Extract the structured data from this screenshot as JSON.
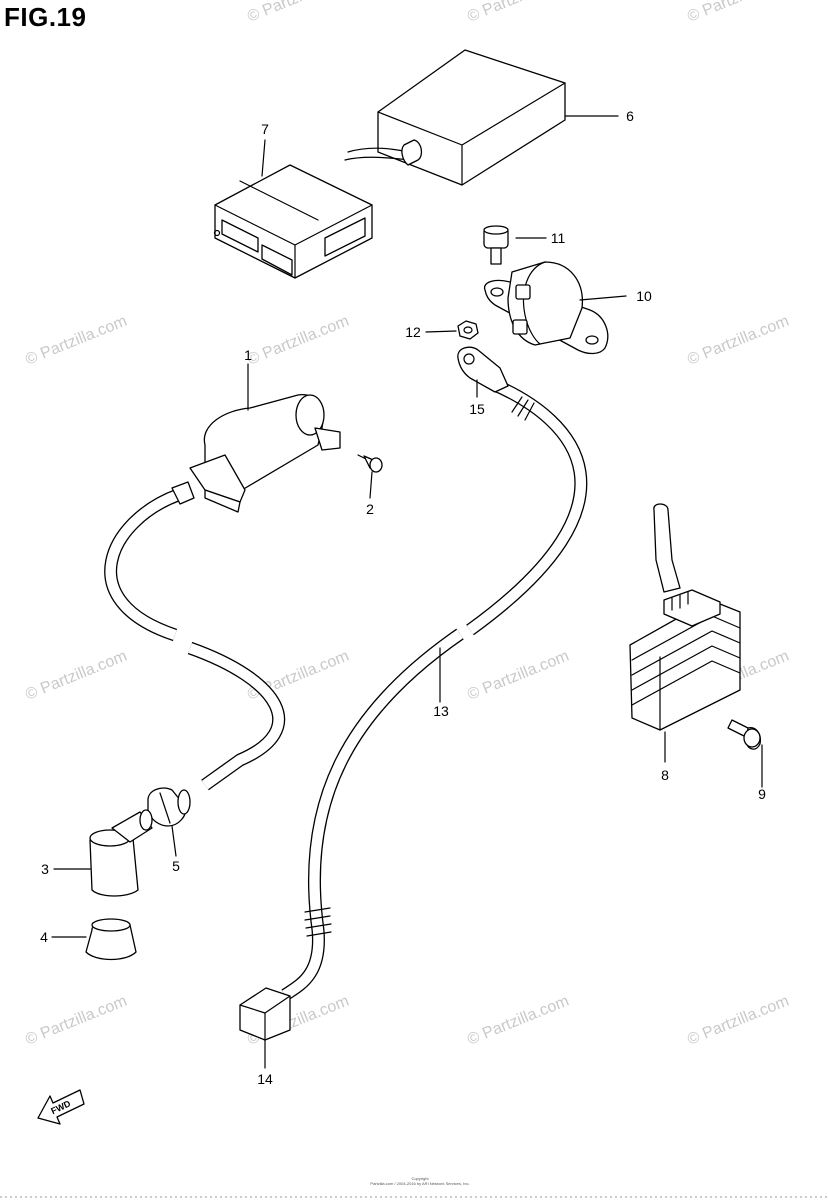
{
  "figure": {
    "title": "FIG.19"
  },
  "watermark": {
    "text": "© Partzilla.com"
  },
  "callouts": {
    "c1": "1",
    "c2": "2",
    "c3": "3",
    "c4": "4",
    "c5": "5",
    "c6": "6",
    "c7": "7",
    "c8": "8",
    "c9": "9",
    "c10": "10",
    "c11": "11",
    "c12": "12",
    "c13": "13",
    "c14": "14",
    "c15": "15"
  },
  "direction_arrow": {
    "label": "FWD"
  },
  "footer": {
    "line1": "Copyright",
    "line2": "Partzilla.com / 2004-2016 by ARI Network Services, Inc."
  }
}
